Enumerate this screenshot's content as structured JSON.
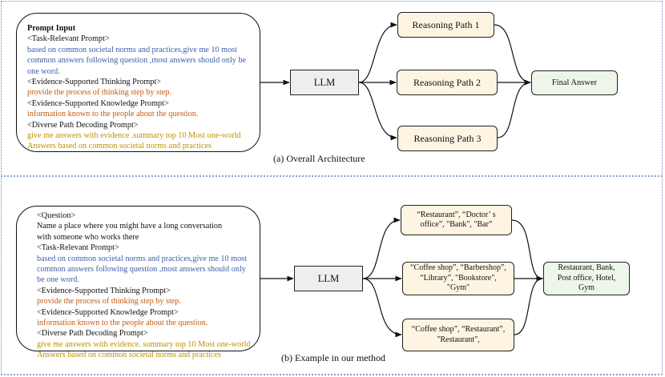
{
  "panel_a": {
    "caption": "(a) Overall Architecture",
    "prompt": {
      "title": "Prompt Input",
      "lines": [
        {
          "text": "<Task-Relevant Prompt>",
          "color": "black"
        },
        {
          "text": "based on common societal norms and practices,give me 10 most",
          "color": "blue"
        },
        {
          "text": "common answers following question ,most answers should only be",
          "color": "blue"
        },
        {
          "text": "one word.",
          "color": "blue"
        },
        {
          "text": "<Evidence-Supported Thinking Prompt>",
          "color": "black"
        },
        {
          "text": "provide the process of thinking step by step.",
          "color": "orange"
        },
        {
          "text": "<Evidence-Supported Knowledge Prompt>",
          "color": "black"
        },
        {
          "text": "information known to the people about the question.",
          "color": "orange"
        },
        {
          "text": "<Diverse Path Decoding Prompt>",
          "color": "black"
        },
        {
          "text": "give me answers with evidence .summary top 10 Most one-world",
          "color": "gold"
        },
        {
          "text": "Answers based on common societal norms and practices",
          "color": "gold"
        }
      ]
    },
    "llm_label": "LLM",
    "paths": [
      "Reasoning Path 1",
      "Reasoning Path 2",
      "Reasoning Path 3"
    ],
    "final_label": "Final Answer"
  },
  "panel_b": {
    "caption": "(b) Example in our method",
    "prompt": {
      "lines": [
        {
          "text": "<Question>",
          "color": "black"
        },
        {
          "text": "Name a place where you might have a long conversation",
          "color": "black"
        },
        {
          "text": "with someone who works there",
          "color": "black"
        },
        {
          "text": "<Task-Relevant Prompt>",
          "color": "black"
        },
        {
          "text": "based on common societal norms and practices,give me 10 most",
          "color": "blue"
        },
        {
          "text": " common answers following question ,most answers should only",
          "color": "blue"
        },
        {
          "text": " be one word.",
          "color": "blue"
        },
        {
          "text": "<Evidence-Supported Thinking Prompt>",
          "color": "black"
        },
        {
          "text": "provide the process of thinking step by step.",
          "color": "orange"
        },
        {
          "text": "<Evidence-Supported Knowledge Prompt>",
          "color": "black"
        },
        {
          "text": "information known to the people about the question.",
          "color": "orange"
        },
        {
          "text": "<Diverse Path Decoding Prompt>",
          "color": "black"
        },
        {
          "text": "give me answers with evidence. summary top 10 Most one-world",
          "color": "gold"
        },
        {
          "text": "Answers based on common societal norms and practices",
          "color": "gold"
        }
      ]
    },
    "llm_label": "LLM",
    "paths": [
      [
        "“Restaurant”, “Doctor’ s",
        "office”, \"Bank\", \"Bar”"
      ],
      [
        "“Coffee shop”, “Barbershop”,",
        "“Library”, \"Bookstore\",",
        "\"Gym\""
      ],
      [
        "“Coffee shop”, “Restaurant”,",
        "\"Restaurant\","
      ]
    ],
    "final_lines": [
      "Restaurant, Bank,",
      "Post office, Hotel,",
      "Gym"
    ]
  },
  "colors": {
    "blue": "#3b5ea8",
    "orange": "#c55a11",
    "gold": "#bf9000",
    "path_fill": "#fdf5e2",
    "final_fill": "#eef6ea",
    "llm_fill": "#eeeeee",
    "frame": "#6f86c4"
  }
}
